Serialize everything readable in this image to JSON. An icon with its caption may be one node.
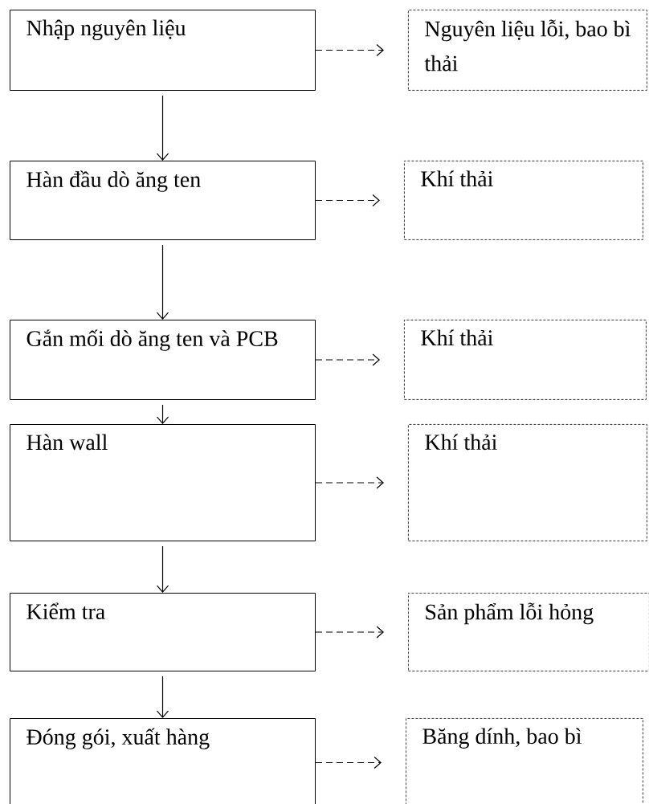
{
  "diagram": {
    "nodes": [
      {
        "text": [
          "Nhập nguyên liệu"
        ]
      },
      {
        "text": [
          "Nguyên liệu lỗi, bao bì thải"
        ]
      },
      {
        "text": [
          "Hàn đầu dò ăng ten"
        ]
      },
      {
        "text": [
          "Khí thải"
        ]
      },
      {
        "text": [
          "Gắn mối dò ăng ten và PCB"
        ]
      },
      {
        "text": [
          "Khí thải"
        ]
      },
      {
        "text": [
          "Hàn wall"
        ]
      },
      {
        "text": [
          "Khí thải"
        ]
      },
      {
        "text": [
          "Kiểm tra"
        ]
      },
      {
        "text": [
          "Sản phẩm lỗi hỏng"
        ]
      },
      {
        "text": [
          "Đóng gói, xuất hàng"
        ]
      },
      {
        "text": [
          "Băng dính, bao bì"
        ]
      }
    ],
    "edges": [
      {
        "from": 0,
        "to": 1,
        "arrow": "to",
        "style": "dashed"
      },
      {
        "from": 0,
        "to": 2,
        "arrow": "to"
      },
      {
        "from": 2,
        "to": 3,
        "arrow": "to",
        "style": "dashed"
      },
      {
        "from": 2,
        "to": 4,
        "arrow": "to"
      },
      {
        "from": 4,
        "to": 5,
        "arrow": "to",
        "style": "dashed"
      },
      {
        "from": 4,
        "to": 6,
        "arrow": "to"
      },
      {
        "from": 6,
        "to": 7,
        "arrow": "to",
        "style": "dashed"
      },
      {
        "from": 6,
        "to": 8,
        "arrow": "to"
      },
      {
        "from": 8,
        "to": 9,
        "arrow": "to",
        "style": "dashed"
      },
      {
        "from": 8,
        "to": 10,
        "arrow": "to"
      },
      {
        "from": 10,
        "to": 11,
        "arrow": "to",
        "style": "dashed"
      }
    ]
  }
}
